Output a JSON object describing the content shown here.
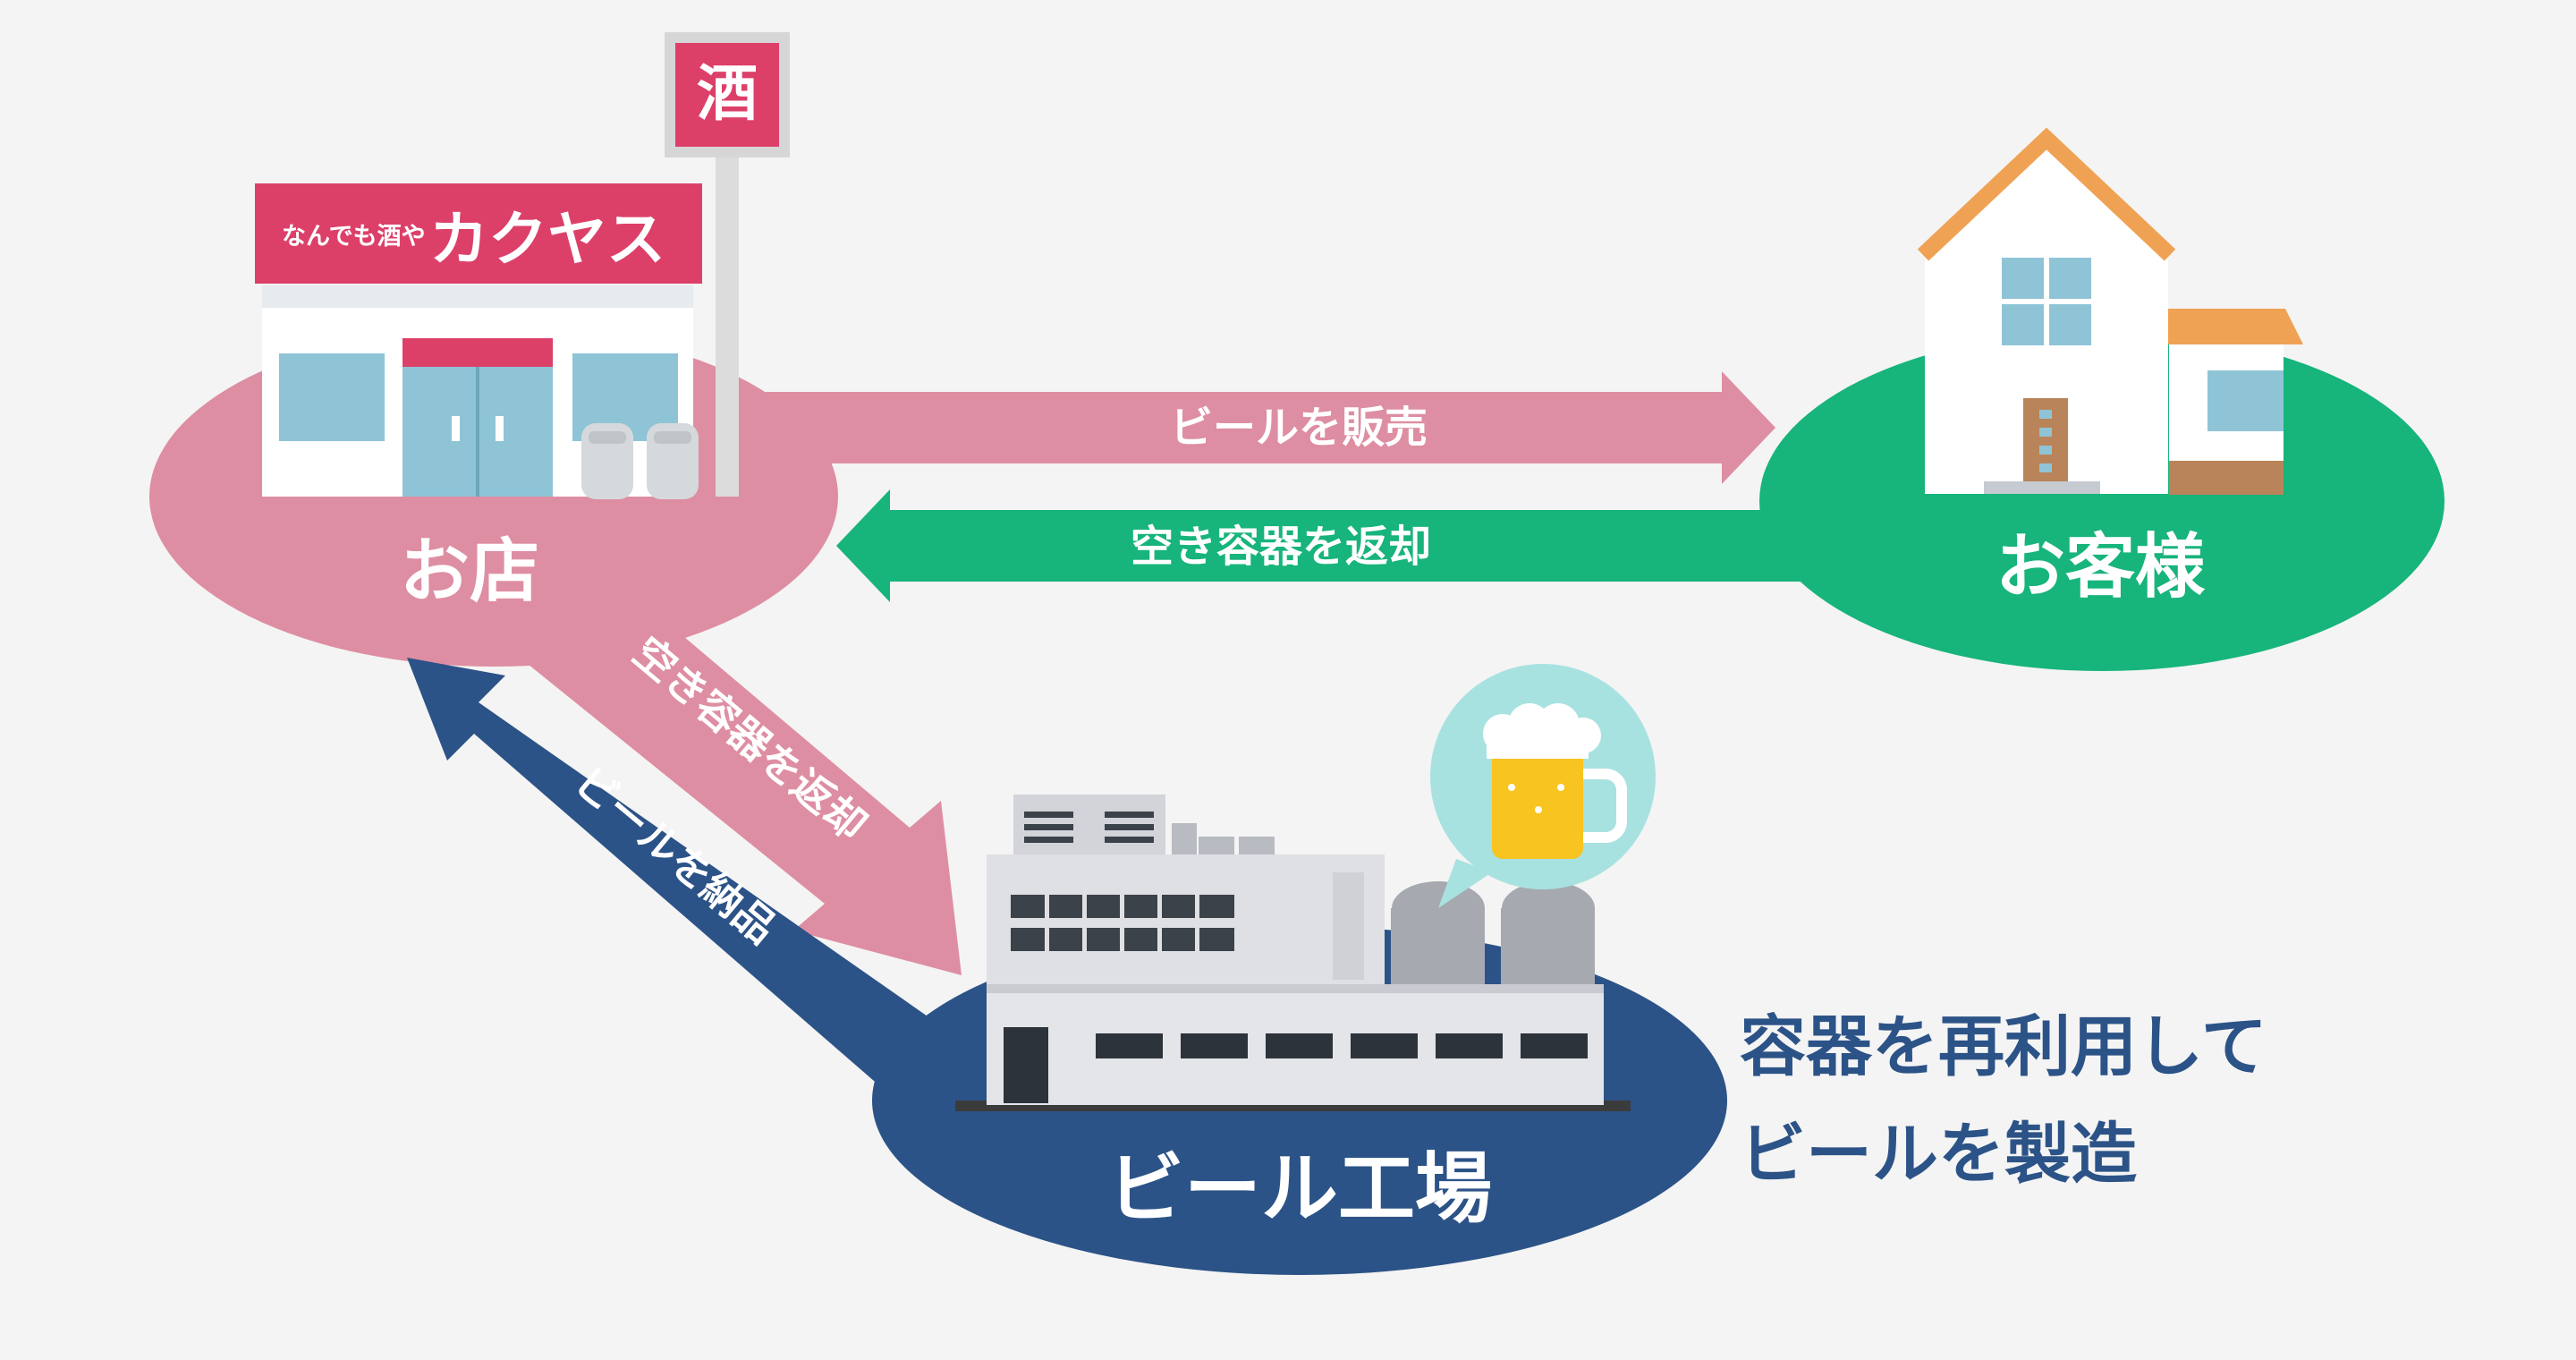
{
  "colors": {
    "background": "#f4f4f4",
    "shop_pink": "#de8ea2",
    "customer_green": "#17b47b",
    "factory_navy": "#2c5387",
    "sign_red": "#dc4069",
    "caption_blue": "#2c5387"
  },
  "nodes": {
    "shop": {
      "label": "お店",
      "sign_small": "なんでも酒や",
      "sign_big": "カクヤス",
      "pole_sign": "酒"
    },
    "customer": {
      "label": "お客様"
    },
    "factory": {
      "label": "ビール工場"
    }
  },
  "arrows": {
    "shop_to_customer": "ビールを販売",
    "customer_to_shop": "空き容器を返却",
    "shop_to_factory": "空き容器を返却",
    "factory_to_shop": "ビールを納品"
  },
  "caption": {
    "line1": "容器を再利用して",
    "line2": "ビールを製造"
  },
  "icons": [
    "shop-icon",
    "house-icon",
    "factory-icon",
    "beer-mug-icon"
  ]
}
